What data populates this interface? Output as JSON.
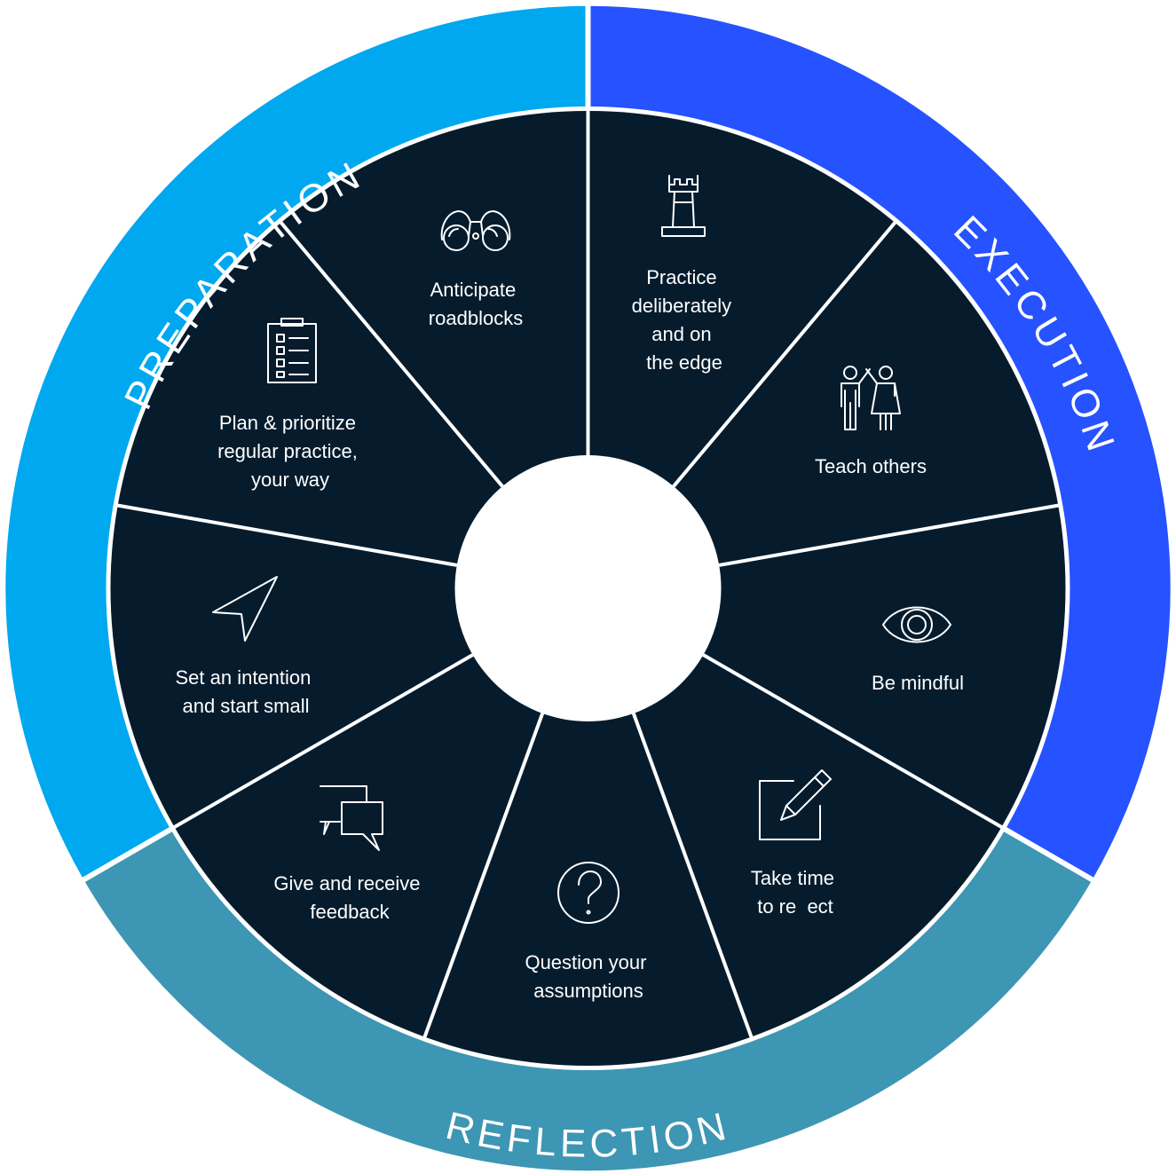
{
  "phases": {
    "preparation": {
      "label": "PREPARATION",
      "color": "#00a8f0"
    },
    "execution": {
      "label": "EXECUTION",
      "color": "#2652ff"
    },
    "reflection": {
      "label": "REFLECTION",
      "color": "#3d96b3"
    }
  },
  "colors": {
    "segment_fill": "#061c2d",
    "divider": "#ffffff",
    "hub": "#ffffff"
  },
  "segments": [
    {
      "label_lines": [
        "Anticipate",
        "roadblocks"
      ],
      "icon": "binoculars-icon"
    },
    {
      "label_lines": [
        "Practice",
        "deliberately",
        "and on",
        "the edge"
      ],
      "icon": "chess-rook-icon"
    },
    {
      "label_lines": [
        "Teach others"
      ],
      "icon": "high-five-icon"
    },
    {
      "label_lines": [
        "Be mindful"
      ],
      "icon": "eye-icon"
    },
    {
      "label_lines": [
        "Take time",
        "to re  ect"
      ],
      "icon": "pencil-square-icon"
    },
    {
      "label_lines": [
        "Question your",
        "assumptions"
      ],
      "icon": "question-circle-icon"
    },
    {
      "label_lines": [
        "Give and receive",
        "feedback"
      ],
      "icon": "speech-bubbles-icon"
    },
    {
      "label_lines": [
        "Set an intention",
        "and start small"
      ],
      "icon": "navigation-arrow-icon"
    },
    {
      "label_lines": [
        "Plan & prioritize",
        "regular practice,",
        "your way"
      ],
      "icon": "checklist-icon"
    }
  ]
}
